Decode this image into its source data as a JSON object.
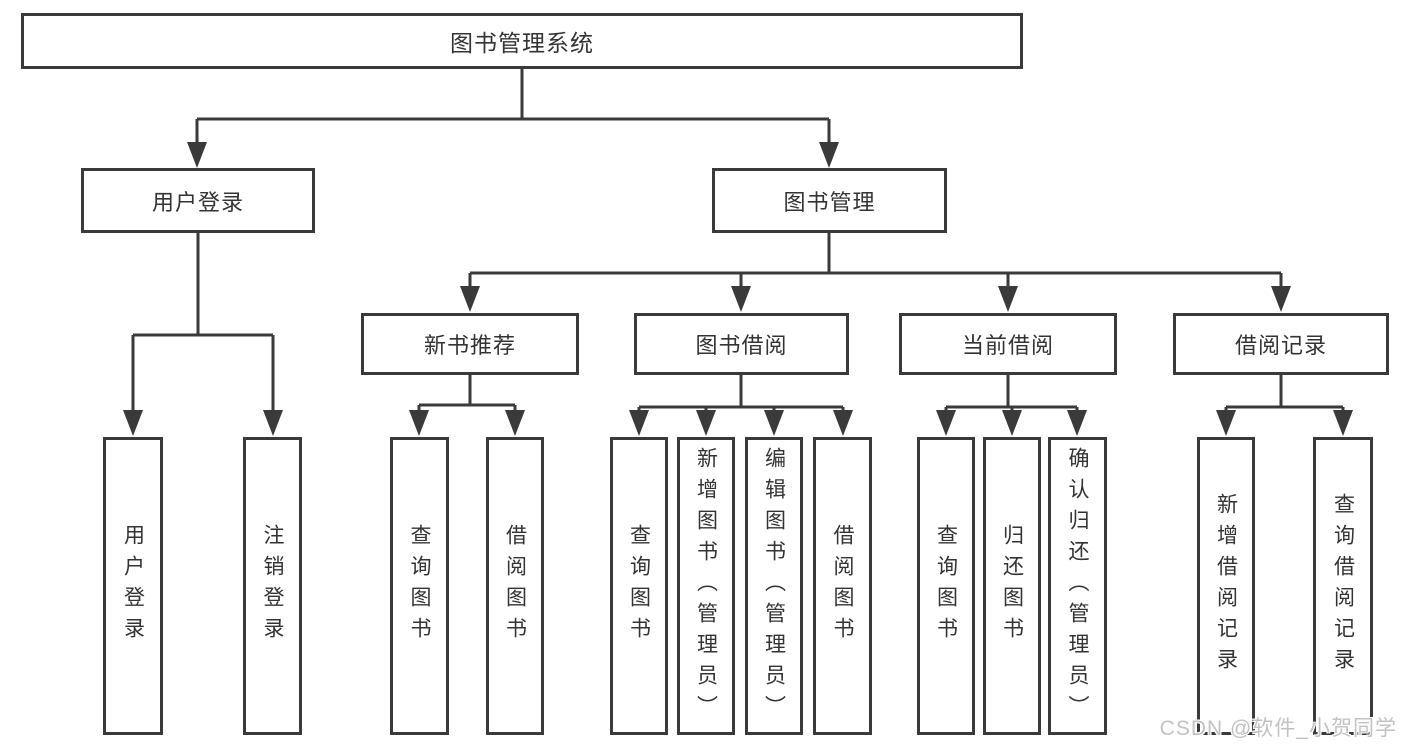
{
  "root": {
    "label": "图书管理系统"
  },
  "login": {
    "label": "用户登录",
    "leaves": [
      "用户登录",
      "注销登录"
    ]
  },
  "management": {
    "label": "图书管理",
    "groups": [
      {
        "label": "新书推荐",
        "leaves": [
          "查询图书",
          "借阅图书"
        ]
      },
      {
        "label": "图书借阅",
        "leaves": [
          "查询图书",
          "新增图书（管理员）",
          "编辑图书（管理员）",
          "借阅图书"
        ]
      },
      {
        "label": "当前借阅",
        "leaves": [
          "查询图书",
          "归还图书",
          "确认归还（管理员）"
        ]
      },
      {
        "label": "借阅记录",
        "leaves": [
          "新增借阅记录",
          "查询借阅记录"
        ]
      }
    ]
  },
  "watermark": "CSDN @软件_小贺同学",
  "colors": {
    "line": "#3a3a3a",
    "text": "#333333",
    "background": "#ffffff",
    "watermark": "#c2c2c2"
  }
}
